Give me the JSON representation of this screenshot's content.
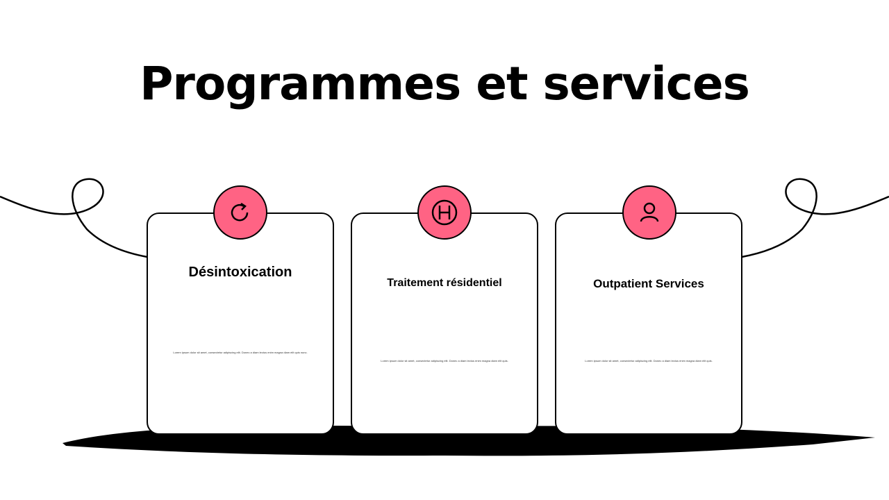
{
  "title": "Programmes et services",
  "accent_color": "#ff6384",
  "cards": [
    {
      "icon": "refresh-icon",
      "title": "Désintoxication",
      "body": "Lorem ipsum dolor sit amet, consectetur adipiscing elit. Donec a diam lectus enim magna diam elit quis nunc."
    },
    {
      "icon": "hospital-icon",
      "title": "Traitement résidentiel",
      "body": "Lorem ipsum dolor sit amet, consectetur adipiscing elit. Donec a diam lectus enim magna diam elit quis."
    },
    {
      "icon": "user-icon",
      "title": "Outpatient Services",
      "body": "Lorem ipsum dolor sit amet, consectetur adipiscing elit. Donec a diam lectus enim magna diam elit quis."
    }
  ]
}
